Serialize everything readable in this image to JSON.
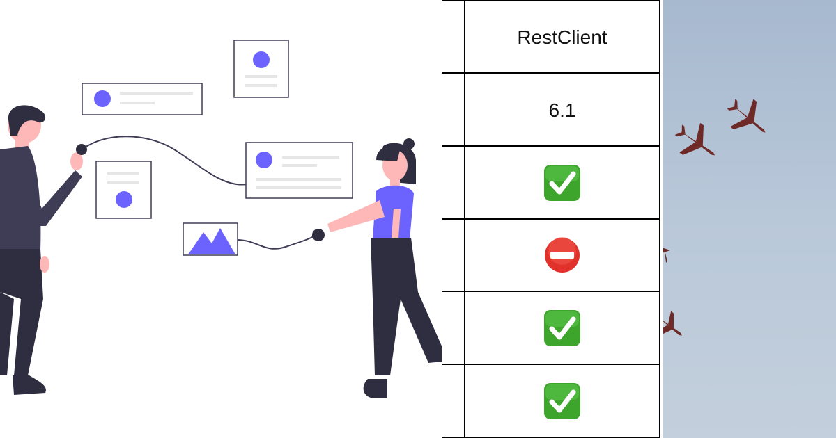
{
  "table": {
    "header": "RestClient",
    "rows": [
      {
        "kind": "text",
        "value": "6.1"
      },
      {
        "kind": "icon",
        "icon": "check-mark-icon",
        "color": "#3ea52c"
      },
      {
        "kind": "icon",
        "icon": "no-entry-icon",
        "color": "#e0322b"
      },
      {
        "kind": "icon",
        "icon": "check-mark-icon",
        "color": "#3ea52c"
      },
      {
        "kind": "icon",
        "icon": "check-mark-icon",
        "color": "#3ea52c"
      }
    ]
  },
  "colors": {
    "accent": "#6c63ff",
    "shirt_man": "#3f3d56",
    "pants": "#2f2e41",
    "skin": "#ffb8b8",
    "sky": "#b4c5d8",
    "jet": "#7a2f2c"
  }
}
